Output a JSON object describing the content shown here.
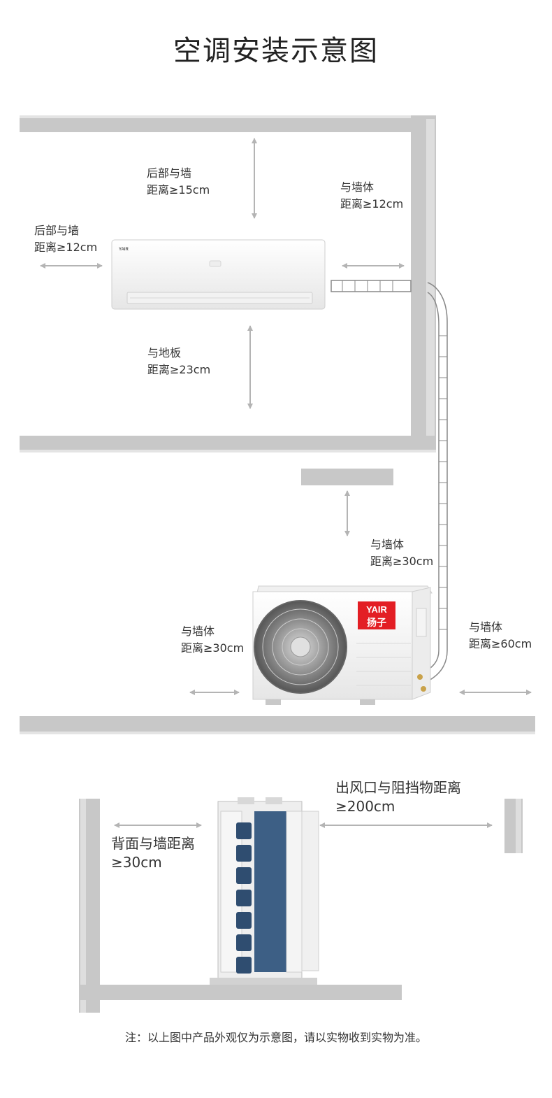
{
  "title": "空调安装示意图",
  "indoor": {
    "top_clearance": {
      "line1": "后部与墙",
      "line2": "距离≥15cm"
    },
    "left_clearance": {
      "line1": "后部与墙",
      "line2": "距离≥12cm"
    },
    "right_clearance": {
      "line1": "与墙体",
      "line2": "距离≥12cm"
    },
    "floor_clearance": {
      "line1": "与地板",
      "line2": "距离≥23cm"
    },
    "unit_brand": "YAIR"
  },
  "outdoor": {
    "top_clearance": {
      "line1": "与墙体",
      "line2": "距离≥30cm"
    },
    "left_clearance": {
      "line1": "与墙体",
      "line2": "距离≥30cm"
    },
    "right_clearance": {
      "line1": "与墙体",
      "line2": "距离≥60cm"
    },
    "logo_text": "YAIR",
    "logo_chinese": "扬子"
  },
  "side_view": {
    "back_clearance": {
      "line1": "背面与墙距离",
      "line2": "≥30cm"
    },
    "outlet_clearance": {
      "line1": "出风口与阻挡物距离",
      "line2": "≥200cm"
    }
  },
  "note": "注：以上图中产品外观仅为示意图，请以实物收到实物为准。",
  "colors": {
    "wall": "#c8c8c8",
    "arrow": "#b4b4b4",
    "logo_red": "#e31e24",
    "panel_blue": "#3d5f85"
  }
}
